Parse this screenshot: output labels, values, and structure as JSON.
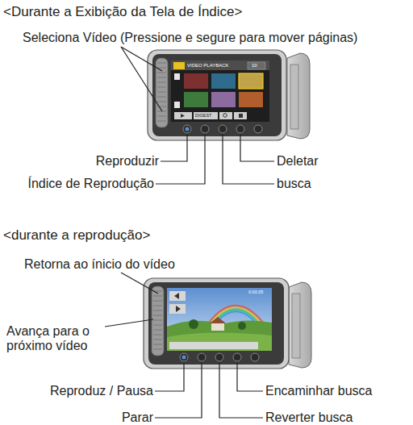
{
  "diagram": {
    "labels": [
      "<Durante a Exibição da Tela de Índice>",
      "Seleciona Vídeo (Pressione e segure para mover páginas)",
      "VIDEO PLAYBACK",
      "10",
      "DIGEST",
      "Reproduzir",
      "Deletar",
      "Índice de Reprodução",
      "busca",
      "<durante a reprodução>",
      "Retorna ao ínicio do vídeo",
      "Avança para o próximo vídeo",
      "0:00:05",
      "Reproduz / Pausa",
      "Encaminhar busca",
      "Parar",
      "Reverter busca"
    ]
  }
}
